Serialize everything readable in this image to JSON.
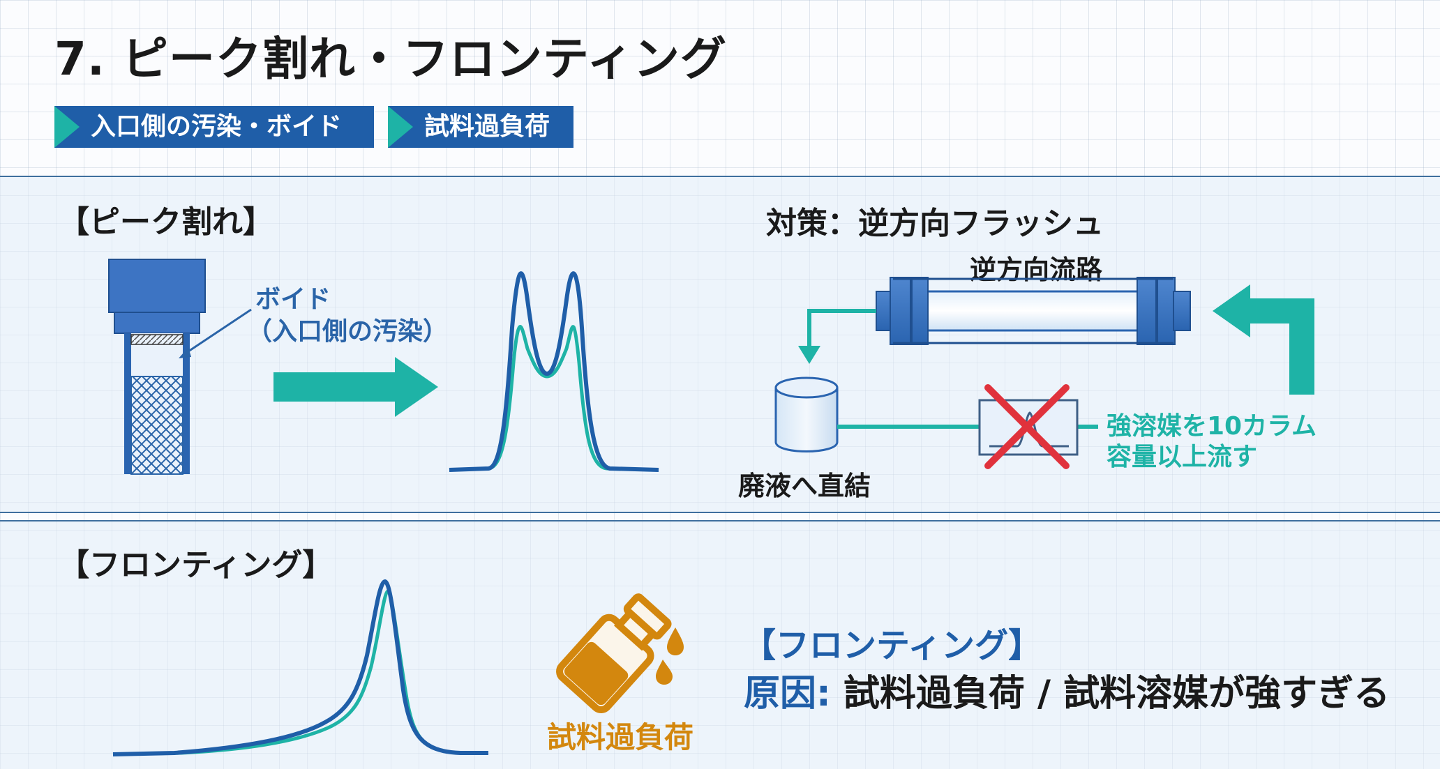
{
  "title": "7. ピーク割れ・フロンティング",
  "tags": [
    "入口側の汚染・ボイド",
    "試料過負荷"
  ],
  "split": {
    "heading": "【ピーク割れ】",
    "void_label_1": "ボイド",
    "void_label_2": "（入口側の汚染）"
  },
  "flush": {
    "heading": "対策：逆方向フラッシュ",
    "flow_label": "逆方向流路",
    "waste_label": "廃液へ直結",
    "note_1": "強溶媒を10カラム",
    "note_2": "容量以上流す"
  },
  "fronting": {
    "heading": "【フロンティング】",
    "overload_label": "試料過負荷",
    "cause_heading": "【フロンティング】",
    "cause_key": "原因:",
    "cause_value": " 試料過負荷 / 試料溶媒が強すぎる"
  },
  "colors": {
    "navy": "#1f5ea8",
    "teal": "#1eb3a6",
    "orange": "#d3870e",
    "red": "#e0323c"
  },
  "icons": [
    "chevron-right-icon",
    "arrow-right-icon",
    "column-icon",
    "reversed-column-icon",
    "waste-container-icon",
    "detector-icon",
    "cross-icon",
    "vial-icon",
    "drop-icon"
  ]
}
